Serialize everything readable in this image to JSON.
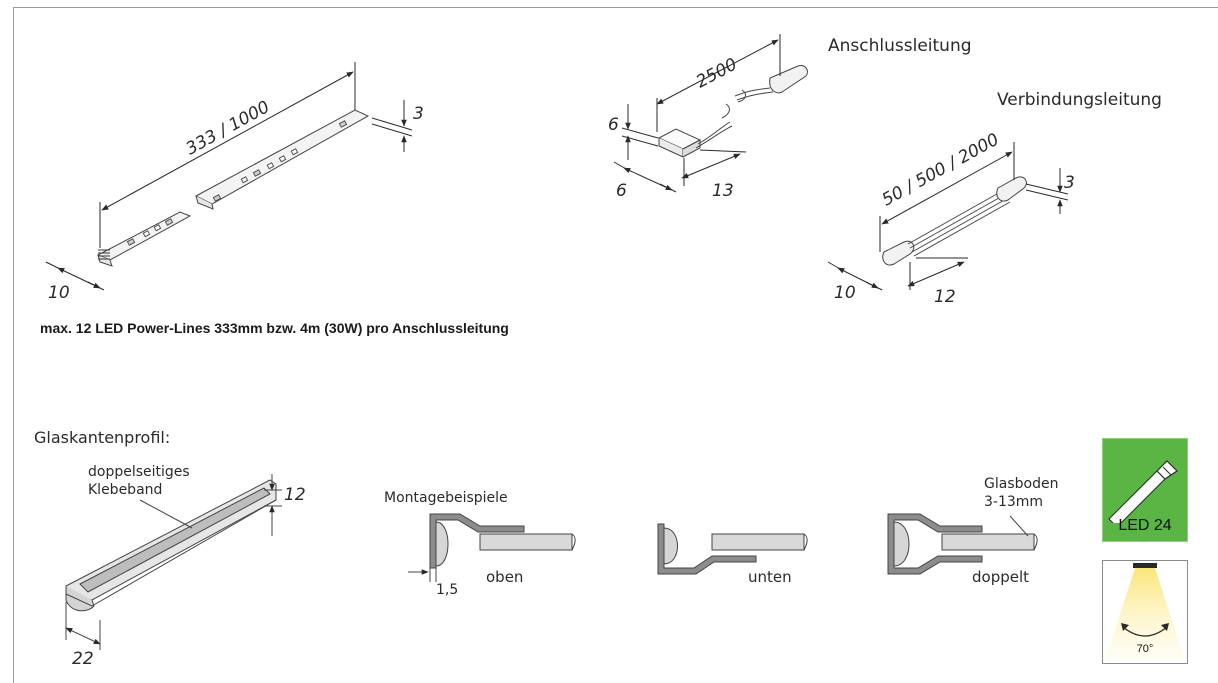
{
  "strip": {
    "length": "333 / 1000",
    "height": "3",
    "width": "10"
  },
  "supply_cable": {
    "title": "Anschlussleitung",
    "length": "2500",
    "plug_height": "6",
    "plug_width": "6",
    "plug_depth": "13"
  },
  "connection_cable": {
    "title": "Verbindungsleitung",
    "length": "50 / 500 / 2000",
    "height": "3",
    "width": "10",
    "plug_depth": "12"
  },
  "note": "max. 12 LED Power-Lines 333mm bzw. 4m (30W) pro Anschlussleitung",
  "profile": {
    "title": "Glaskantenprofil:",
    "tape_label_1": "doppelseitiges",
    "tape_label_2": "Klebeband",
    "height": "12",
    "width": "22"
  },
  "mounting": {
    "title": "Montagebeispiele",
    "thickness": "1,5",
    "top": "oben",
    "bottom": "unten",
    "double": "doppelt",
    "glass_label_1": "Glasboden",
    "glass_label_2": "3-13mm"
  },
  "badges": {
    "led_label": "LED 24",
    "angle_label": "70°",
    "led_color": "#5bb544",
    "beam_color": "#f5e27a"
  }
}
